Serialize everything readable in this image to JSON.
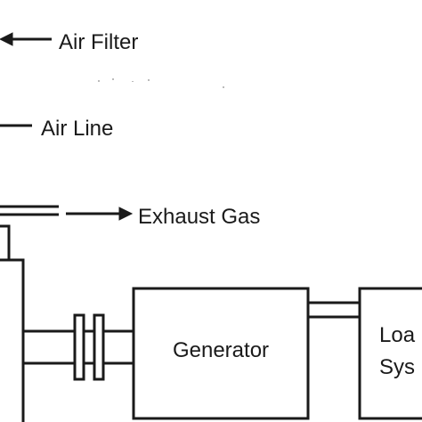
{
  "labels": {
    "air_filter": "Air Filter",
    "air_line": "Air Line",
    "exhaust_gas": "Exhaust Gas",
    "generator": "Generator",
    "load_line1": "Loa",
    "load_line2": "Sys"
  },
  "colors": {
    "stroke": "#1a1a1a",
    "background": "#ffffff"
  }
}
